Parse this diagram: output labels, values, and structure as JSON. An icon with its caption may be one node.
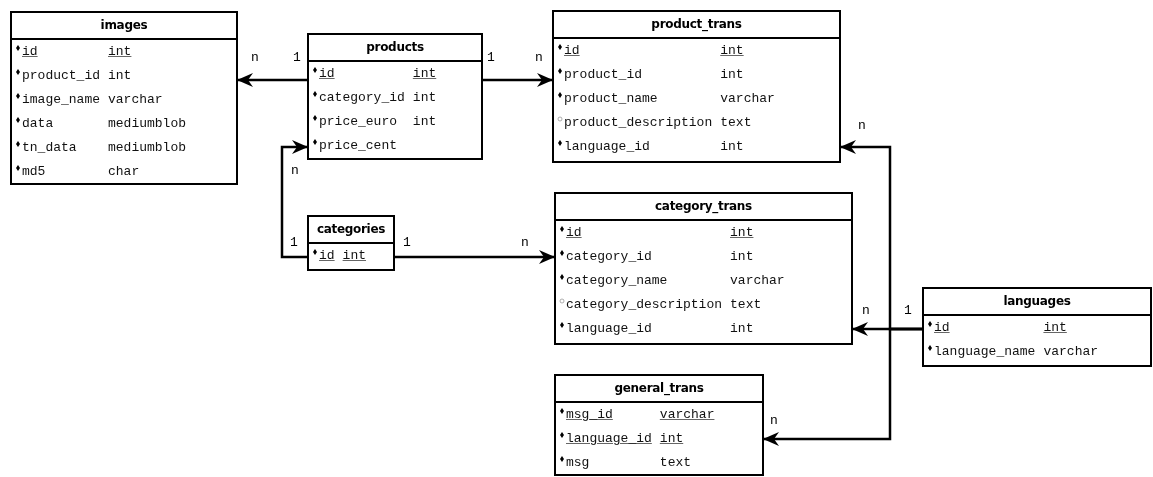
{
  "diagram": {
    "nodes": [
      {
        "text": [
          "images",
          "id",
          "int",
          "product_id",
          "int",
          "image_name",
          "varchar",
          "data",
          "mediumblob",
          "tn_data",
          "mediumblob",
          "md5",
          "char"
        ]
      },
      {
        "text": [
          "products",
          "id",
          "int",
          "category_id",
          "int",
          "price_euro",
          "int",
          "price_cent"
        ]
      },
      {
        "text": [
          "product_trans",
          "id",
          "int",
          "product_id",
          "int",
          "product_name",
          "varchar",
          "product_description",
          "text",
          "language_id",
          "int"
        ]
      },
      {
        "text": [
          "categories",
          "id",
          "int"
        ]
      },
      {
        "text": [
          "category_trans",
          "id",
          "int",
          "category_id",
          "int",
          "category_name",
          "varchar",
          "category_description",
          "text",
          "language_id",
          "int"
        ]
      },
      {
        "text": [
          "general_trans",
          "msg_id",
          "varchar",
          "language_id",
          "int",
          "msg",
          "text"
        ]
      },
      {
        "text": [
          "languages",
          "id",
          "int",
          "language_name",
          "varchar"
        ]
      }
    ],
    "edges": [
      {
        "from": 1,
        "to": 0,
        "arrow": "to"
      },
      {
        "from": 1,
        "to": 2,
        "arrow": "to"
      },
      {
        "from": 3,
        "to": 1,
        "arrow": "to"
      },
      {
        "from": 3,
        "to": 4,
        "arrow": "to"
      },
      {
        "from": 6,
        "to": 2,
        "arrow": "to"
      },
      {
        "from": 6,
        "to": 4,
        "arrow": "to"
      },
      {
        "from": 6,
        "to": 5,
        "arrow": "to"
      }
    ],
    "labels": [
      "n",
      "1",
      "1",
      "n",
      "n",
      "n",
      "1",
      "1",
      "n",
      "n",
      "1",
      "n"
    ]
  }
}
